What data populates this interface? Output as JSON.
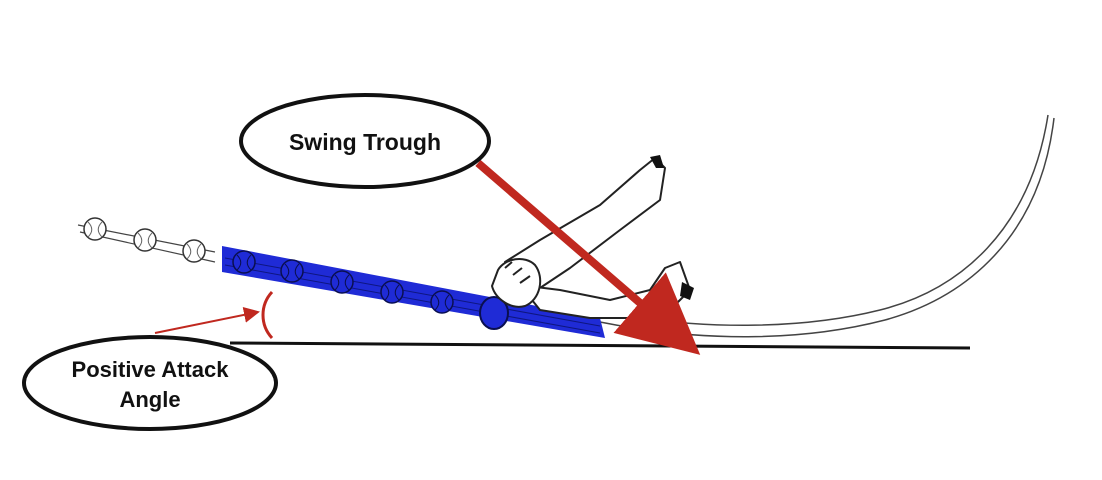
{
  "labels": {
    "swing_trough": "Swing Trough",
    "attack_angle_line1": "Positive Attack",
    "attack_angle_line2": "Angle"
  },
  "colors": {
    "bat_path_fill": "#1f2bd6",
    "arrow": "#c0281f",
    "outline": "#111111",
    "ground": "#111111",
    "ball": "#ffffff"
  },
  "icons": {
    "ball": "baseball-icon",
    "hands": "batter-hands-icon"
  }
}
